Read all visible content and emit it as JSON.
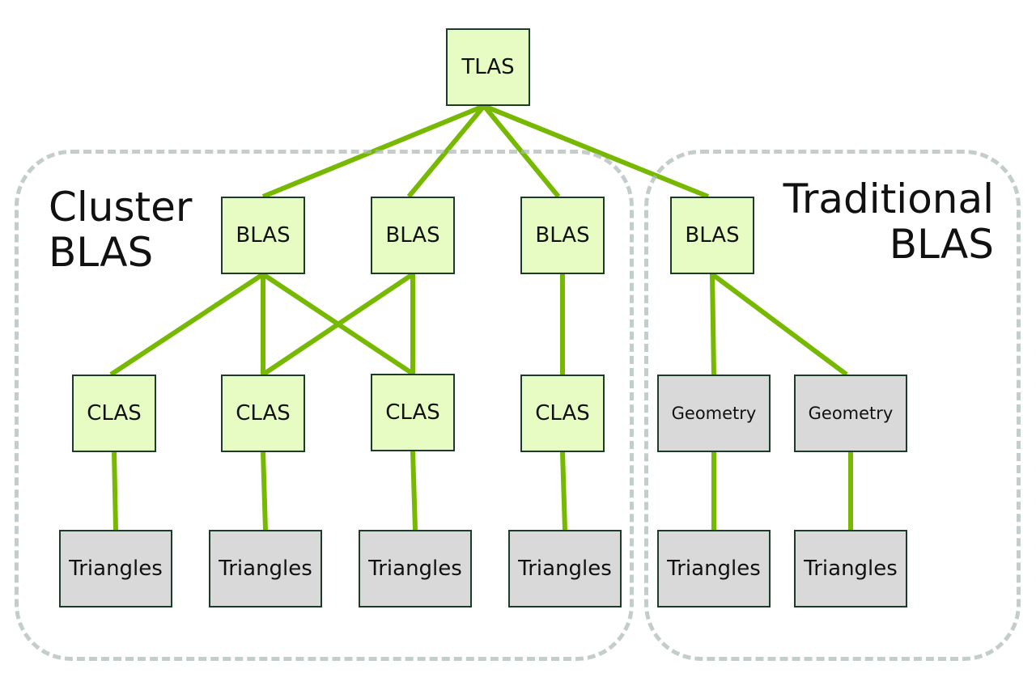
{
  "groups": {
    "cluster": {
      "label_line1": "Cluster",
      "label_line2": "BLAS"
    },
    "traditional": {
      "label_line1": "Traditional",
      "label_line2": "BLAS"
    }
  },
  "colors": {
    "edge": "#76b900",
    "green_node_fill": "#e6fcc3",
    "gray_node_fill": "#d9d9d9",
    "node_border": "#1d3b2a",
    "group_border": "#b4c3bf"
  },
  "nodes": {
    "tlas": {
      "label": "TLAS"
    },
    "blas1": {
      "label": "BLAS"
    },
    "blas2": {
      "label": "BLAS"
    },
    "blas3": {
      "label": "BLAS"
    },
    "blas4": {
      "label": "BLAS"
    },
    "clas1": {
      "label": "CLAS"
    },
    "clas2": {
      "label": "CLAS"
    },
    "clas3": {
      "label": "CLAS"
    },
    "clas4": {
      "label": "CLAS"
    },
    "geom1": {
      "label": "Geometry"
    },
    "geom2": {
      "label": "Geometry"
    },
    "tri1": {
      "label": "Triangles"
    },
    "tri2": {
      "label": "Triangles"
    },
    "tri3": {
      "label": "Triangles"
    },
    "tri4": {
      "label": "Triangles"
    },
    "tri5": {
      "label": "Triangles"
    },
    "tri6": {
      "label": "Triangles"
    }
  },
  "edges": [
    [
      "tlas",
      "blas1"
    ],
    [
      "tlas",
      "blas2"
    ],
    [
      "tlas",
      "blas3"
    ],
    [
      "tlas",
      "blas4"
    ],
    [
      "blas1",
      "clas1"
    ],
    [
      "blas1",
      "clas2"
    ],
    [
      "blas1",
      "clas3"
    ],
    [
      "blas2",
      "clas2"
    ],
    [
      "blas2",
      "clas3"
    ],
    [
      "blas3",
      "clas4"
    ],
    [
      "blas4",
      "geom1"
    ],
    [
      "blas4",
      "geom2"
    ],
    [
      "clas1",
      "tri1"
    ],
    [
      "clas2",
      "tri2"
    ],
    [
      "clas3",
      "tri3"
    ],
    [
      "clas4",
      "tri4"
    ],
    [
      "geom1",
      "tri5"
    ],
    [
      "geom2",
      "tri6"
    ]
  ]
}
